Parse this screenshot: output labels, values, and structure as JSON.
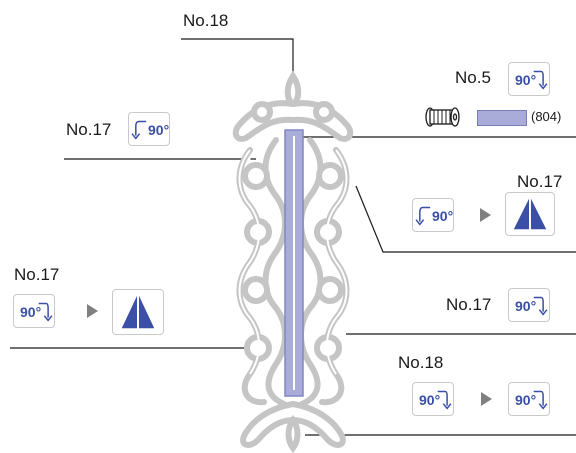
{
  "labels": {
    "top_no18": "No.18",
    "no5": "No.5",
    "left_no17": "No.17",
    "right_no17": "No.17",
    "left_mid_no17": "No.17",
    "right_mid_no17": "No.17",
    "bottom_no18": "No.18"
  },
  "rotate_text": "90°",
  "thread_code": "(804)",
  "colors": {
    "line": "#1a1a1a",
    "ornament_fill": "#ffffff",
    "ornament_stroke": "#c5c5c5",
    "bar_fill": "#a9acd8",
    "bar_stroke": "#8386c2",
    "icon_blue": "#3a4fa5",
    "arrow_gray": "#808080"
  },
  "icons": {
    "rotate_cw": "rotate-90-clockwise-icon",
    "rotate_ccw": "rotate-90-counterclockwise-icon",
    "mirror": "mirror-horizontal-icon",
    "spool": "thread-spool-icon",
    "next": "next-step-arrow-icon"
  }
}
